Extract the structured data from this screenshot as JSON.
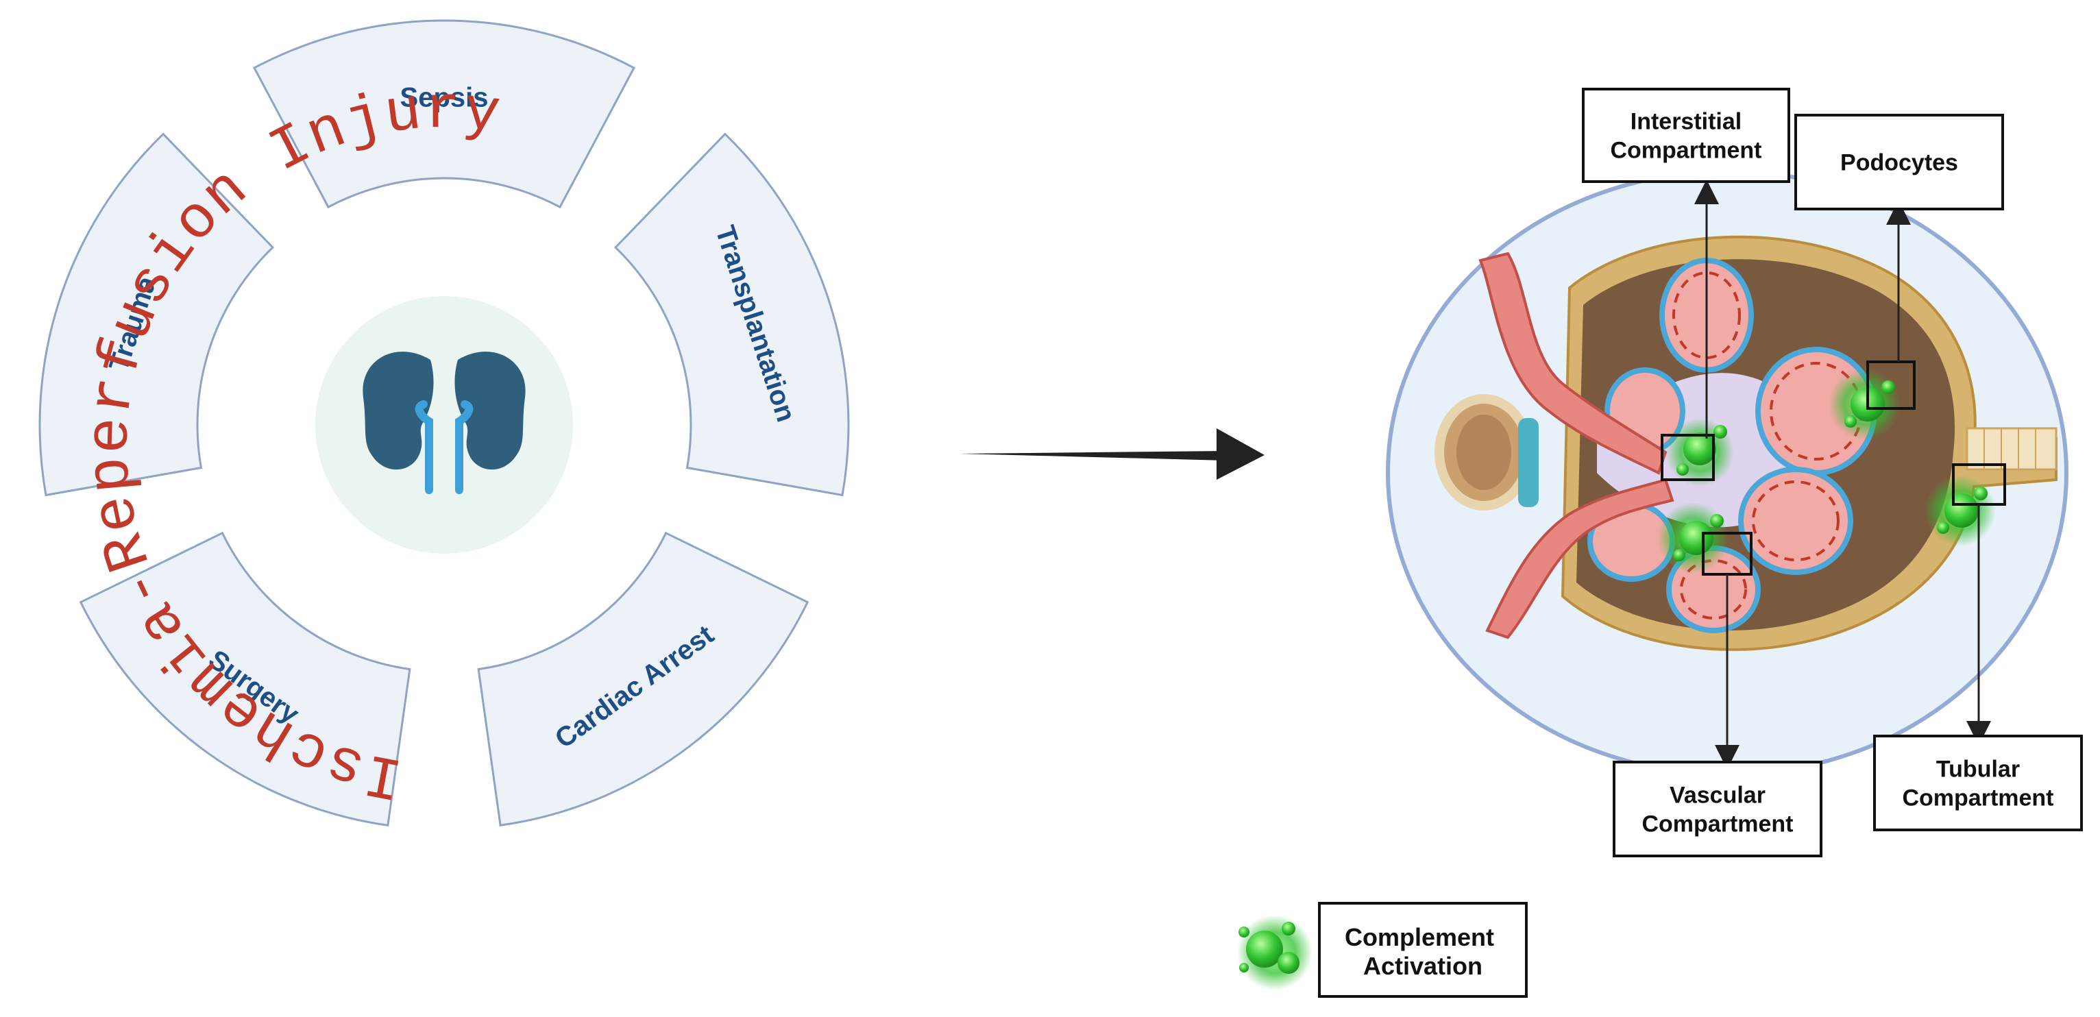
{
  "colors": {
    "segment_fill": "#edf2f8",
    "segment_stroke": "#8fa3c6",
    "segment_text": "#1e4e86",
    "ring_text": "#c0392b",
    "kidney": "#2f5f7d",
    "ureter": "#3ea0d8",
    "center_circle": "#eaf4f0",
    "oval_fill": "#e8f0fa",
    "oval_stroke": "#94abd6",
    "complement": "#3fbf3f"
  },
  "wheel": {
    "center_text": "Ischemia-Reperfusion Injury",
    "center_icon": "kidney-icon",
    "segments": [
      {
        "label": "Sepsis"
      },
      {
        "label": "Transplantation"
      },
      {
        "label": "Cardiac Arrest"
      },
      {
        "label": "Surgery"
      },
      {
        "label": "Trauma"
      }
    ]
  },
  "arrow": {
    "icon": "right-arrow-icon"
  },
  "kidney_diagram": {
    "icon": "glomerulus-icon",
    "callouts": [
      {
        "label_lines": [
          "Interstitial",
          "Compartment"
        ]
      },
      {
        "label_lines": [
          "Podocytes"
        ]
      },
      {
        "label_lines": [
          "Vascular",
          "Compartment"
        ]
      },
      {
        "label_lines": [
          "Tubular",
          "Compartment"
        ]
      }
    ]
  },
  "legend": {
    "icon": "complement-cluster-icon",
    "label_lines": [
      "Complement",
      "Activation"
    ]
  }
}
